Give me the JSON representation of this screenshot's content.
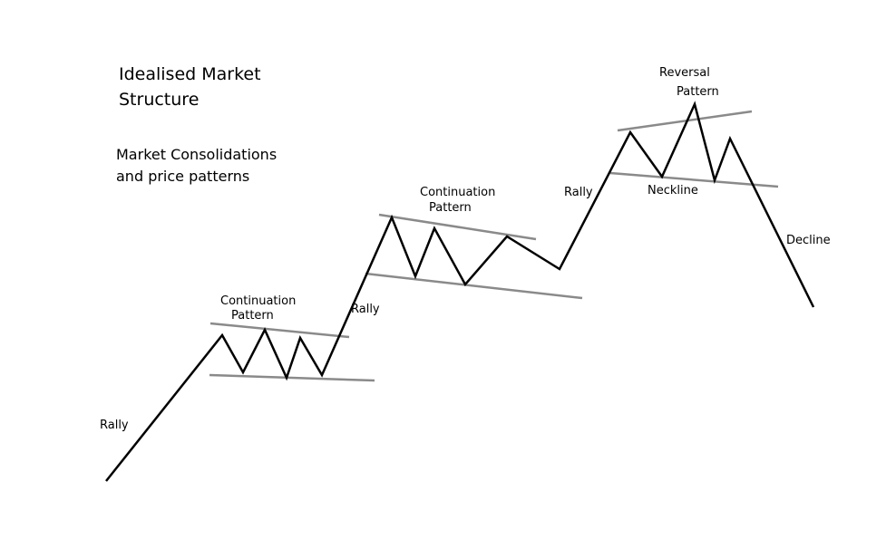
{
  "title": {
    "line1": "Idealised Market",
    "line2": "Structure"
  },
  "subtitle": {
    "line1": "Market Consolidations",
    "line2": "and price patterns"
  },
  "labels": {
    "rally_1": "Rally",
    "continuation_1_line1": "Continuation",
    "continuation_1_line2": "Pattern",
    "rally_2": "Rally",
    "continuation_2_line1": "Continuation",
    "continuation_2_line2": "Pattern",
    "rally_3": "Rally",
    "reversal_line1": "Reversal",
    "reversal_line2": "Pattern",
    "neckline": "Neckline",
    "decline": "Decline"
  },
  "colors": {
    "price_line": "#000000",
    "pattern_lines": "#8a8a8a",
    "text": "#000000"
  }
}
